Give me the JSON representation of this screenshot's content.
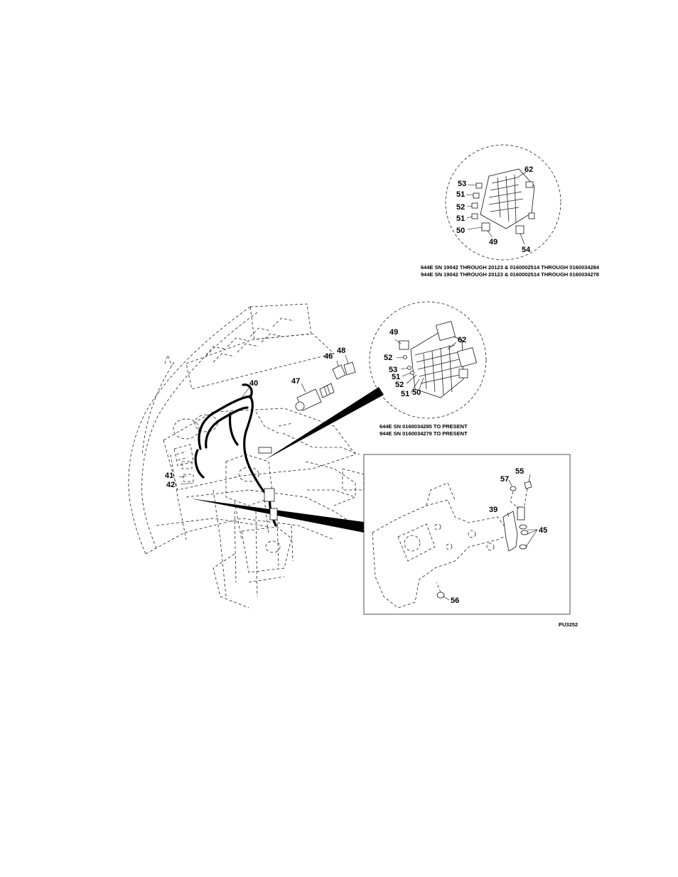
{
  "drawing_id": "PU3252",
  "detail_top": {
    "callouts": [
      {
        "label": "62"
      },
      {
        "label": "53"
      },
      {
        "label": "51"
      },
      {
        "label": "52"
      },
      {
        "label": "51"
      },
      {
        "label": "50"
      },
      {
        "label": "49"
      },
      {
        "label": "54"
      }
    ],
    "caption_line1": "644E SN 19042 THROUGH 20123 & 0160002514 THROUGH 0160034284",
    "caption_line2": "944E SN 19042 THROUGH 20123 & 0160002514 THROUGH 0160034278"
  },
  "detail_middle": {
    "callouts": [
      {
        "label": "49"
      },
      {
        "label": "62"
      },
      {
        "label": "52"
      },
      {
        "label": "53"
      },
      {
        "label": "51"
      },
      {
        "label": "52"
      },
      {
        "label": "51"
      },
      {
        "label": "50"
      }
    ],
    "caption_line1": "644E SN 0160034285 TO PRESENT",
    "caption_line2": "944E SN 0160034279 TO PRESENT"
  },
  "main_view": {
    "callouts": [
      {
        "label": "40"
      },
      {
        "label": "47"
      },
      {
        "label": "46"
      },
      {
        "label": "48"
      },
      {
        "label": "41"
      },
      {
        "label": "42"
      }
    ]
  },
  "detail_bracket": {
    "callouts": [
      {
        "label": "55"
      },
      {
        "label": "57"
      },
      {
        "label": "39"
      },
      {
        "label": "45"
      },
      {
        "label": "56"
      }
    ]
  }
}
